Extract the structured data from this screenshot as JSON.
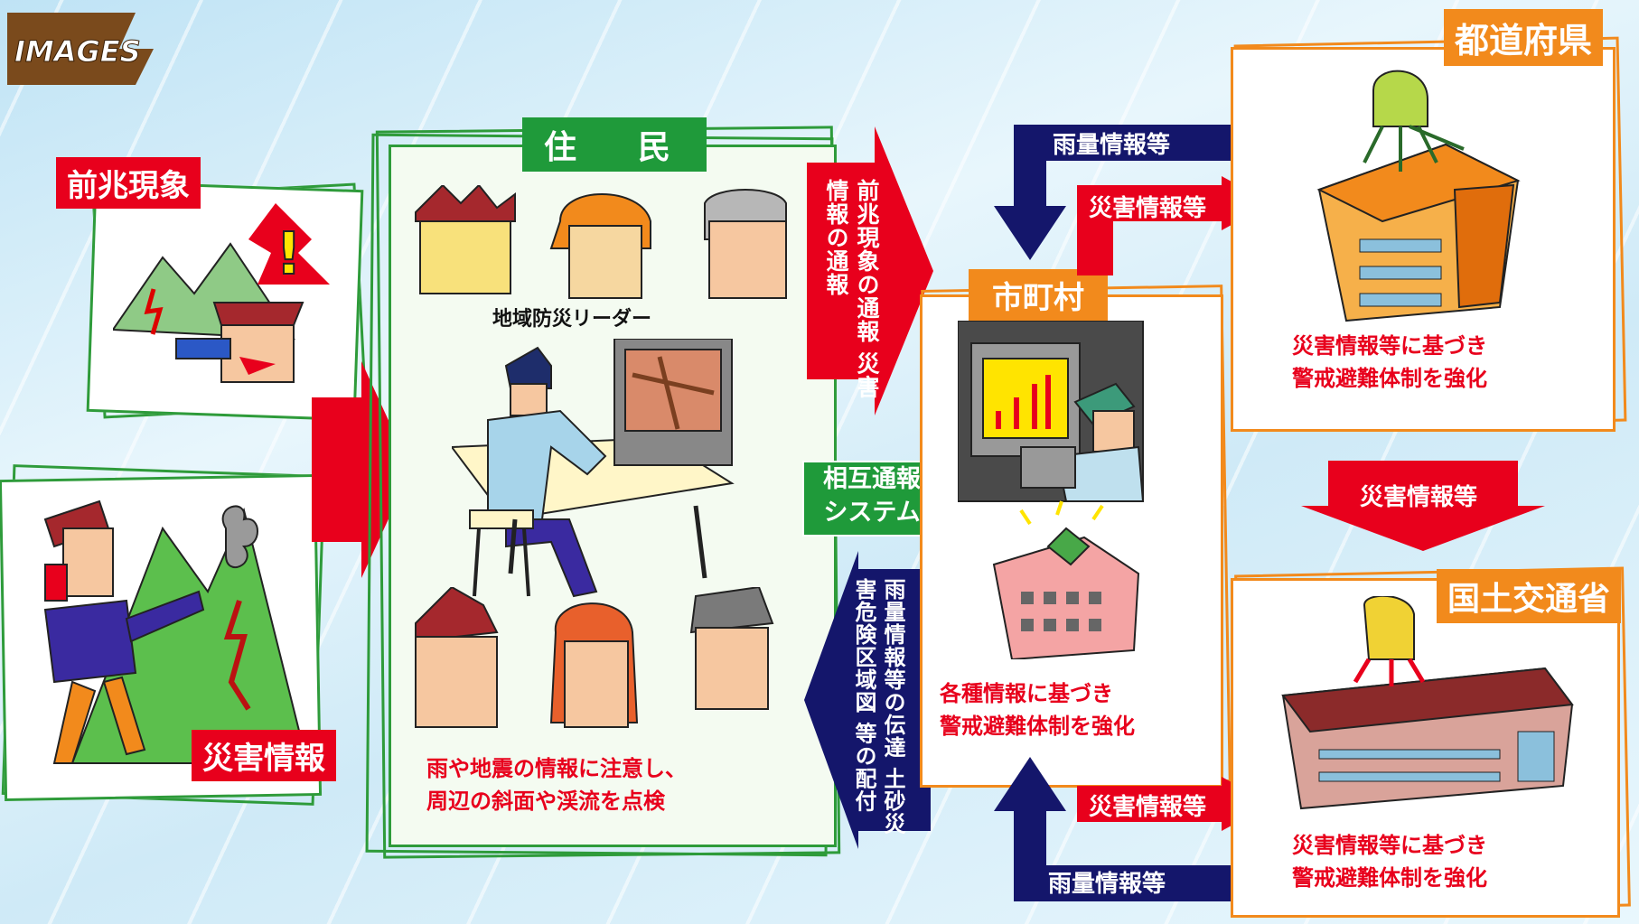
{
  "logo": {
    "text": "IMAGES"
  },
  "zenchou": {
    "title": "前兆現象"
  },
  "saigai_left": {
    "title": "災害情報"
  },
  "jumin": {
    "title": "住　民",
    "leader_label": "地域防災リーダー",
    "note_line1": "雨や地震の情報に注意し、",
    "note_line2": "周辺の斜面や渓流を点検"
  },
  "report_arrow": {
    "line1": "前兆現象の通報",
    "line2": "災害情報の通報"
  },
  "mutual": {
    "line1": "相互通報",
    "line2": "システム"
  },
  "distribute_arrow": {
    "line1": "雨量情報等の伝達",
    "line2": "土砂災害危険区域図",
    "line3": "等の配付"
  },
  "shichouson": {
    "title": "市町村",
    "note_line1": "各種情報に基づき",
    "note_line2": "警戒避難体制を強化"
  },
  "todoufuken": {
    "title": "都道府県",
    "note_line1": "災害情報等に基づき",
    "note_line2": "警戒避難体制を強化"
  },
  "kokudo": {
    "title": "国土交通省",
    "note_line1": "災害情報等に基づき",
    "note_line2": "警戒避難体制を強化"
  },
  "arrows": {
    "rain_top": "雨量情報等",
    "disaster_top": "災害情報等",
    "disaster_mid": "災害情報等",
    "disaster_bottom": "災害情報等",
    "rain_bottom": "雨量情報等"
  },
  "colors": {
    "red": "#e8001c",
    "green": "#1f9a3a",
    "orange": "#f28a1c",
    "navy": "#14166b"
  }
}
